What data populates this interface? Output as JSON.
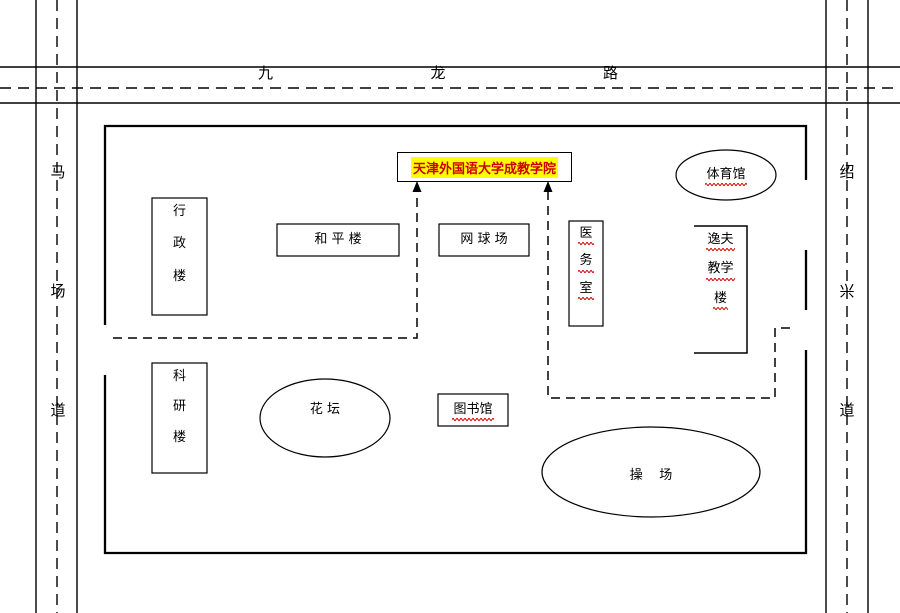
{
  "map": {
    "title_callout": "天津外国语大学成教学院",
    "title_highlight_color": "#ffff00",
    "title_text_color": "#cc0000",
    "roads": [
      {
        "name": "road-top",
        "label": "九    龙    路",
        "chars": [
          "九",
          "龙",
          "路"
        ],
        "orientation": "horizontal"
      },
      {
        "name": "road-left",
        "label": "马场道",
        "chars": [
          "马",
          "场",
          "道"
        ],
        "orientation": "vertical"
      },
      {
        "name": "road-right",
        "label": "绍兴道",
        "chars": [
          "绍",
          "兴",
          "道"
        ],
        "orientation": "vertical"
      }
    ],
    "buildings": {
      "admin": "行政楼",
      "admin_lines": [
        "行",
        "政",
        "楼"
      ],
      "research": "科研楼",
      "research_lines": [
        "科",
        "研",
        "楼"
      ],
      "heping": "和 平 楼",
      "tennis": "网 球 场",
      "clinic": "医务室",
      "clinic_lines": [
        "医",
        "务",
        "室"
      ],
      "yifu": "逸夫教学楼",
      "yifu_lines": [
        "逸夫",
        "教学",
        "楼"
      ],
      "gym": "体育馆",
      "flowerbed": "花 坛",
      "library": "图书馆",
      "playground": "操    场"
    }
  }
}
